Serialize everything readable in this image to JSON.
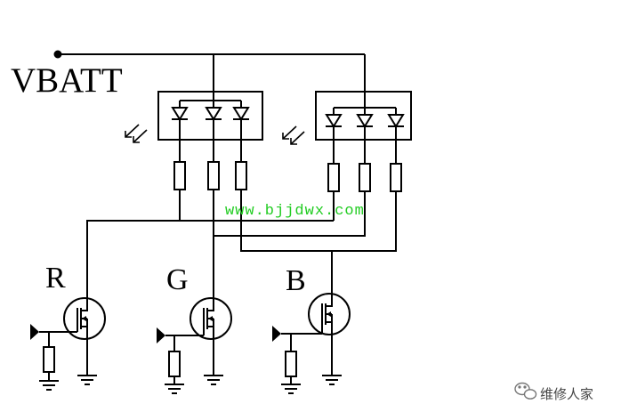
{
  "supply_label": "VBATT",
  "channel_labels": {
    "r": "R",
    "g": "G",
    "b": "B"
  },
  "watermark": {
    "text": "www.bjjdwx.com",
    "color": "#22cc22"
  },
  "badge": {
    "text": "维修人家",
    "icon": "wechat-icon"
  },
  "colors": {
    "wire": "#000000",
    "background": "#ffffff"
  }
}
